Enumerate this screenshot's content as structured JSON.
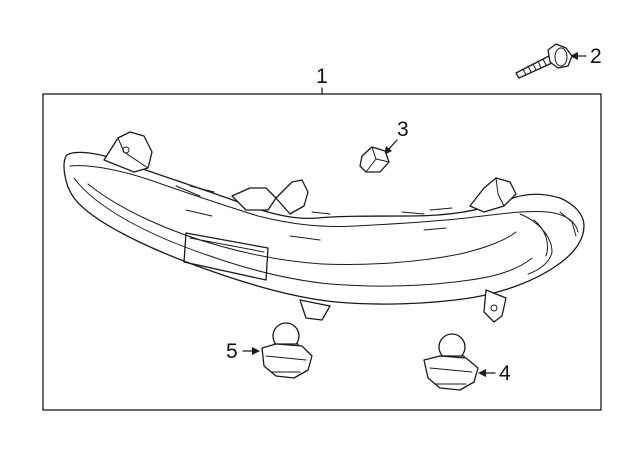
{
  "callouts": {
    "c1": "1",
    "c2": "2",
    "c3": "3",
    "c4": "4",
    "c5": "5"
  },
  "parts": [
    {
      "callout": "1",
      "name": "fog-lamp-assembly"
    },
    {
      "callout": "2",
      "name": "screw"
    },
    {
      "callout": "3",
      "name": "grommet"
    },
    {
      "callout": "4",
      "name": "bulb"
    },
    {
      "callout": "5",
      "name": "bulb"
    }
  ]
}
